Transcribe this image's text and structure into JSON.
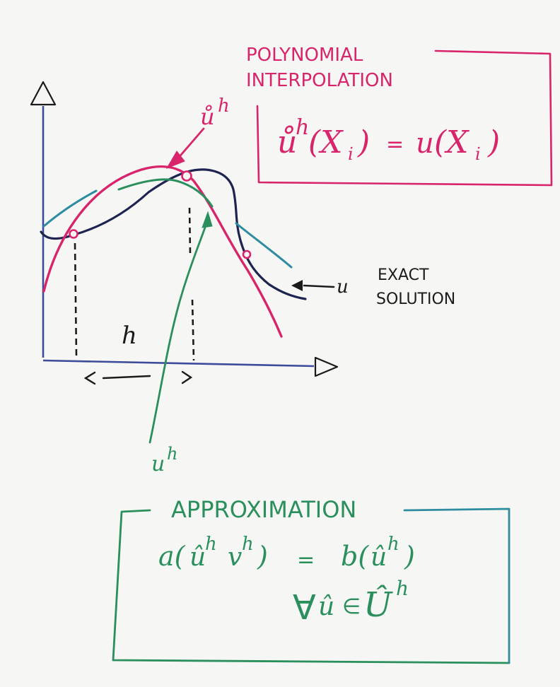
{
  "colors": {
    "paper": "#f6f7f5",
    "interp": "#d8246a",
    "approx": "#2a8f5c",
    "exact": "#1f2350",
    "frame_blue": "#2e8ca0",
    "axis": "#3d4c9a",
    "ink": "#1b1b1b"
  },
  "interpolation_box": {
    "title_line1": "POLYNOMIAL",
    "title_line2": "INTERPOLATION",
    "u": "ů",
    "h": "h",
    "lhs_arg": "(X",
    "i": "i",
    "rhs_close": ")",
    "eq": "=",
    "rhs_u": "u",
    "rhs_arg": "(X"
  },
  "labels": {
    "interp_u": "ů",
    "interp_h": "h",
    "approx_u": "u",
    "approx_h": "h",
    "mesh_h": "h",
    "exact_u": "u",
    "exact_line1": "EXACT",
    "exact_line2": "SOLUTION"
  },
  "approximation_box": {
    "title": "APPROXIMATION",
    "line1_a": "a(",
    "line1_u": "û",
    "line1_h": "h",
    "line1_v": "v",
    "line1_h2": "h",
    "line1_close": ")",
    "line1_eq": "=",
    "line1_b": "b(",
    "line1_u2": "û",
    "line1_h3": "h",
    "line1_close2": ")",
    "line2_forall": "∀",
    "line2_u": "û",
    "line2_in": "∈",
    "line2_U": "Û",
    "line2_h": "h"
  }
}
